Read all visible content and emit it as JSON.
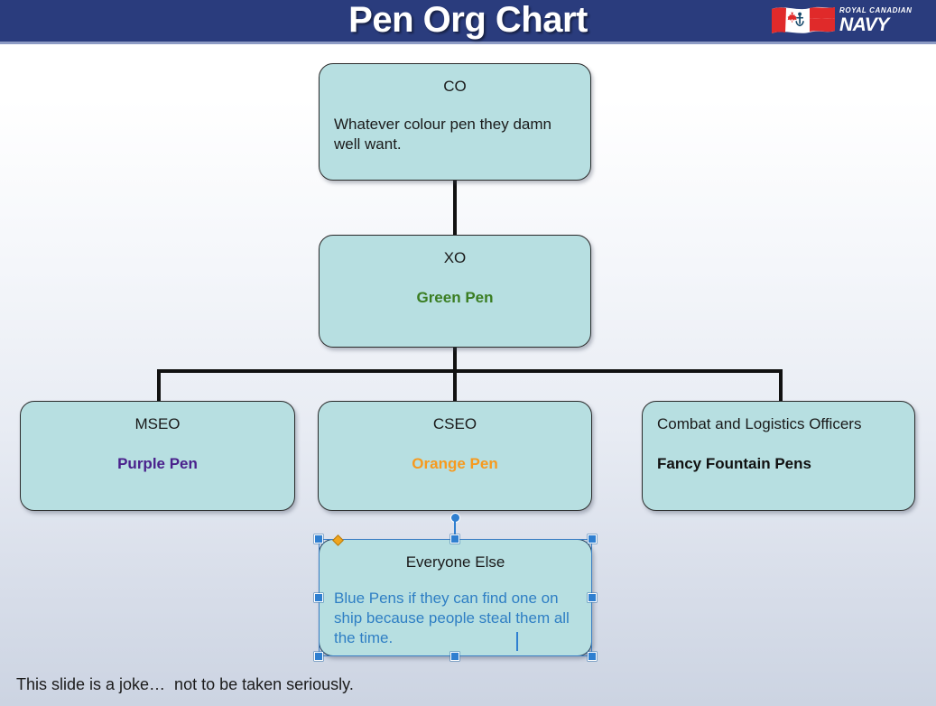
{
  "header": {
    "title": "Pen Org Chart",
    "bg_color": "#2a3c7d",
    "logo": {
      "line1": "ROYAL CANADIAN",
      "line2": "NAVY",
      "flag_icon": "canadian-flag-icon",
      "badge_icon": "naval-anchor-badge-icon"
    }
  },
  "chart_data": {
    "type": "diagram",
    "title": "Pen Org Chart",
    "node_fill": "#b7dfe1",
    "node_border": "#2b2b2b",
    "nodes": [
      {
        "id": "co",
        "role": "CO",
        "role_align": "center",
        "detail": "Whatever colour pen they damn well want.",
        "detail_align": "left",
        "detail_color": "#1a1a1a",
        "detail_bold": false
      },
      {
        "id": "xo",
        "role": "XO",
        "role_align": "center",
        "detail": "Green Pen",
        "detail_align": "center",
        "detail_color": "#3a7d22",
        "detail_bold": true
      },
      {
        "id": "mseo",
        "role": "MSEO",
        "role_align": "center",
        "detail": "Purple Pen",
        "detail_align": "center",
        "detail_color": "#4a218c",
        "detail_bold": true
      },
      {
        "id": "cseo",
        "role": "CSEO",
        "role_align": "center",
        "detail": "Orange Pen",
        "detail_align": "center",
        "detail_color": "#f79a1e",
        "detail_bold": true
      },
      {
        "id": "clo",
        "role": "Combat and Logistics Officers",
        "role_align": "left",
        "detail": "Fancy Fountain Pens",
        "detail_align": "left",
        "detail_color": "#111111",
        "detail_bold": true
      },
      {
        "id": "everyone",
        "role": "Everyone Else",
        "role_align": "center",
        "detail": "Blue Pens if they can find one on ship because people steal them all the time.",
        "detail_align": "left",
        "detail_color": "#2f7fc4",
        "detail_bold": false,
        "selected": true
      }
    ],
    "edges": [
      {
        "from": "co",
        "to": "xo"
      },
      {
        "from": "xo",
        "to": "mseo"
      },
      {
        "from": "xo",
        "to": "cseo"
      },
      {
        "from": "xo",
        "to": "clo"
      }
    ]
  },
  "selection": {
    "accent_color": "#2f7fd0",
    "adjust_handle_color": "#f0a51e",
    "handle_count": 8
  },
  "footnote": {
    "text": "This slide is a joke…  not to be taken seriously."
  }
}
